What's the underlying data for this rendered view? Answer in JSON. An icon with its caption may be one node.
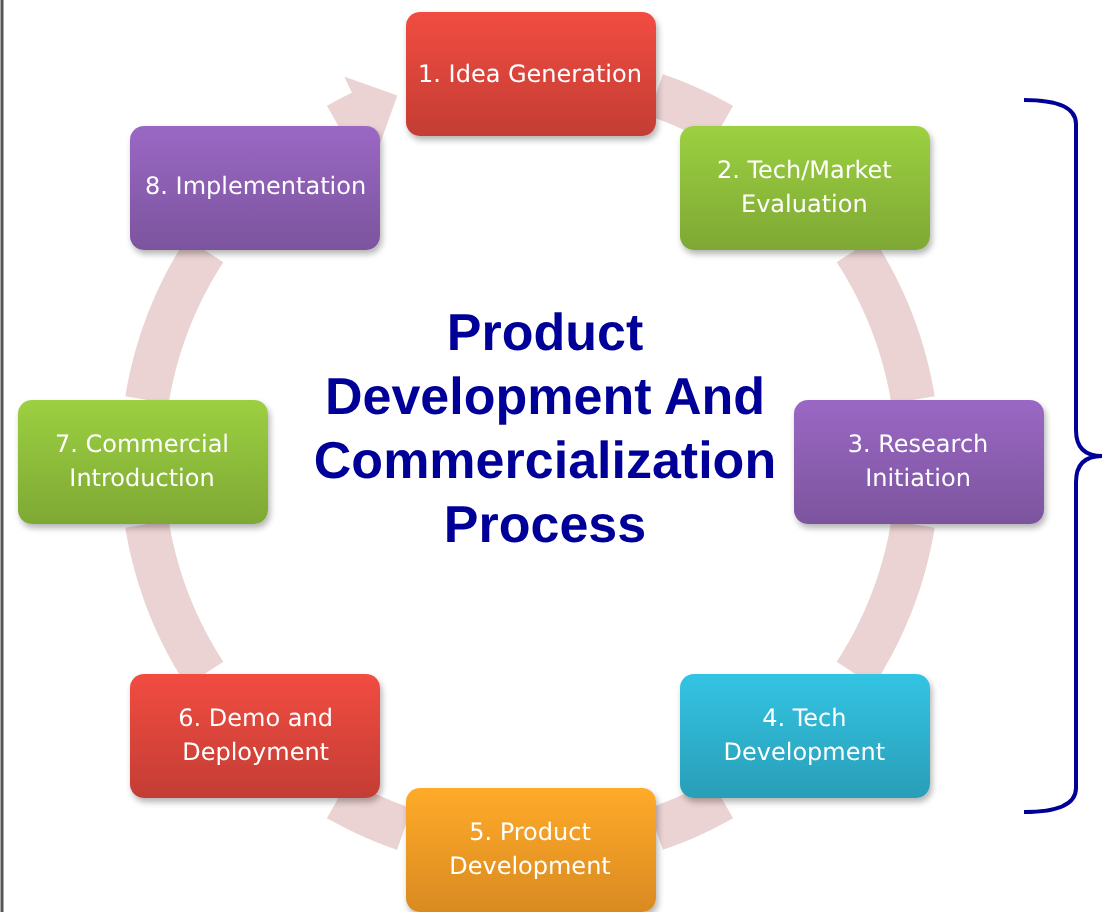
{
  "diagram": {
    "title": "Product Development And Commercialization Process",
    "nodes": [
      {
        "text": [
          "1. Idea Generation"
        ]
      },
      {
        "text": [
          "2. Tech/Market Evaluation"
        ]
      },
      {
        "text": [
          "3. Research Initiation"
        ]
      },
      {
        "text": [
          "4. Tech Development"
        ]
      },
      {
        "text": [
          "5. Product Development"
        ]
      },
      {
        "text": [
          "6. Demo and Deployment"
        ]
      },
      {
        "text": [
          "7. Commercial Introduction"
        ]
      },
      {
        "text": [
          "8. Implementation"
        ]
      }
    ],
    "edges": [
      {
        "from": 0,
        "to": 1,
        "arrow": "none"
      },
      {
        "from": 1,
        "to": 2,
        "arrow": "none"
      },
      {
        "from": 2,
        "to": 3,
        "arrow": "none"
      },
      {
        "from": 3,
        "to": 4,
        "arrow": "none"
      },
      {
        "from": 4,
        "to": 5,
        "arrow": "none"
      },
      {
        "from": 5,
        "to": 6,
        "arrow": "none"
      },
      {
        "from": 6,
        "to": 7,
        "arrow": "none"
      },
      {
        "from": 7,
        "to": 0,
        "arrow": "to"
      }
    ]
  }
}
